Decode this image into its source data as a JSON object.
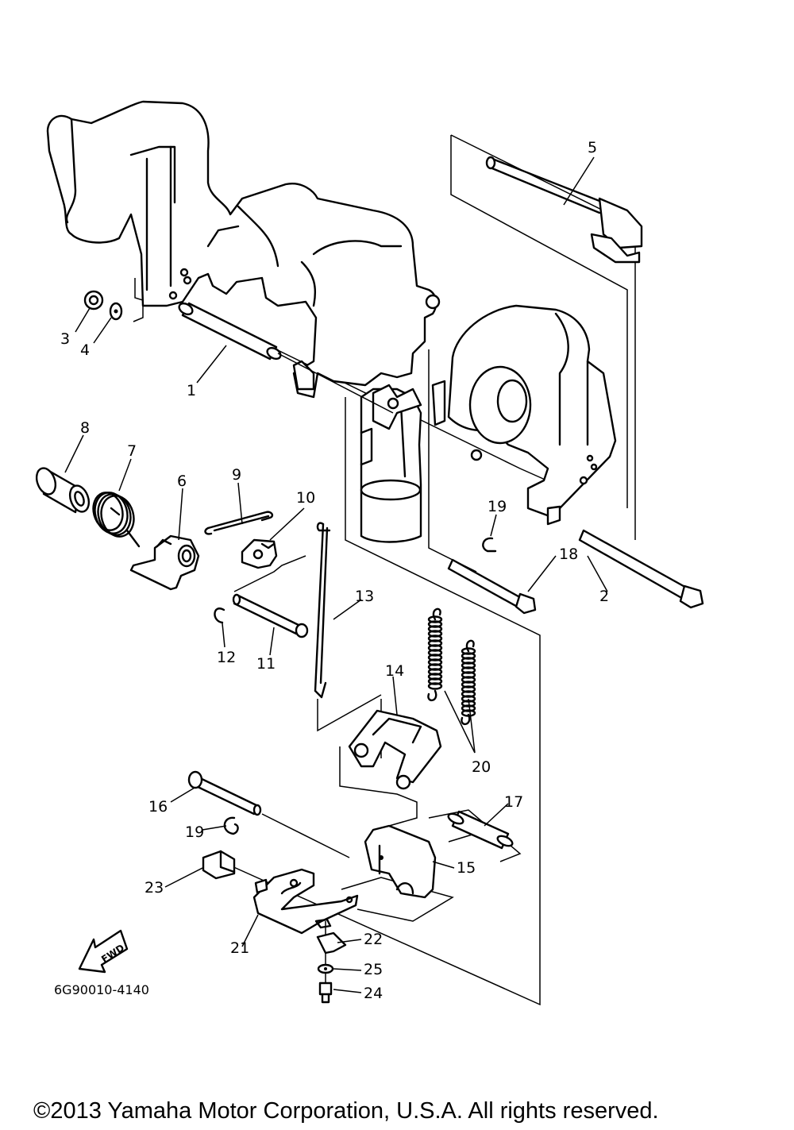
{
  "diagram": {
    "drawing_code": "6G90010-4140",
    "fwd_label": "FWD",
    "copyright": "©2013 Yamaha Motor Corporation, U.S.A. All rights reserved.",
    "callouts": {
      "p1": "1",
      "p2": "2",
      "p3": "3",
      "p4": "4",
      "p5": "5",
      "p6": "6",
      "p7": "7",
      "p8": "8",
      "p9": "9",
      "p10": "10",
      "p11": "11",
      "p12": "12",
      "p13": "13",
      "p14": "14",
      "p15": "15",
      "p16": "16",
      "p17": "17",
      "p18": "18",
      "p19a": "19",
      "p19b": "19",
      "p20": "20",
      "p21": "21",
      "p22": "22",
      "p23": "23",
      "p24": "24",
      "p25": "25"
    }
  }
}
